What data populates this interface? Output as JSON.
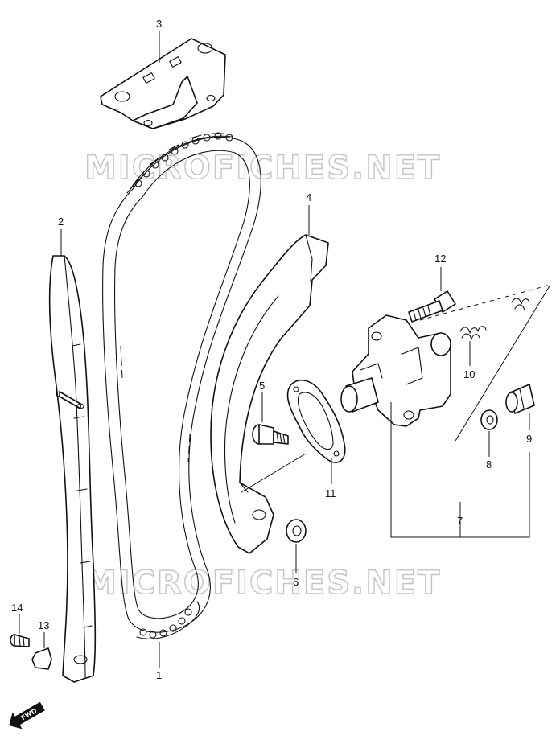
{
  "watermarks": [
    "MICROFICHES.NET",
    "MICROFICHES.NET"
  ],
  "fwd_badge": "FWD",
  "callouts": {
    "p1": "1",
    "p2": "2",
    "p3": "3",
    "p4": "4",
    "p5": "5",
    "p6": "6",
    "p7": "7",
    "p8": "8",
    "p9": "9",
    "p10": "10",
    "p11": "11",
    "p12": "12",
    "p13": "13",
    "p14": "14"
  },
  "colors": {
    "line": "#111111",
    "watermark": "#c4c4c4",
    "background": "#ffffff"
  }
}
